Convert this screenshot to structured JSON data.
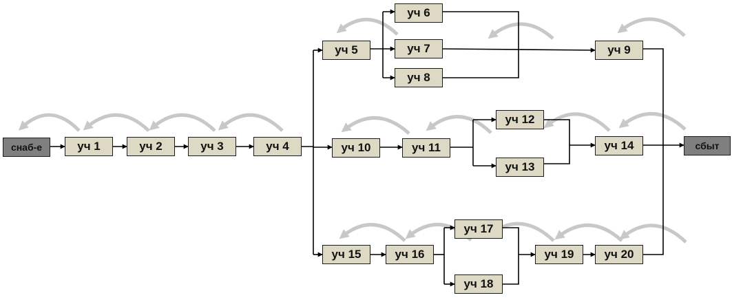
{
  "colors": {
    "node_fill": "#ddd9c4",
    "terminal_fill": "#7f7f7f",
    "line": "#000000",
    "feedback_arrow": "#c8c8c8"
  },
  "nodes": {
    "snab": "снаб-е",
    "u1": "уч 1",
    "u2": "уч 2",
    "u3": "уч 3",
    "u4": "уч 4",
    "u5": "уч 5",
    "u6": "уч 6",
    "u7": "уч 7",
    "u8": "уч 8",
    "u9": "уч 9",
    "u10": "уч 10",
    "u11": "уч 11",
    "u12": "уч 12",
    "u13": "уч 13",
    "u14": "уч 14",
    "u15": "уч 15",
    "u16": "уч 16",
    "u17": "уч 17",
    "u18": "уч 18",
    "u19": "уч 19",
    "u20": "уч 20",
    "sbyt": "сбыт"
  }
}
